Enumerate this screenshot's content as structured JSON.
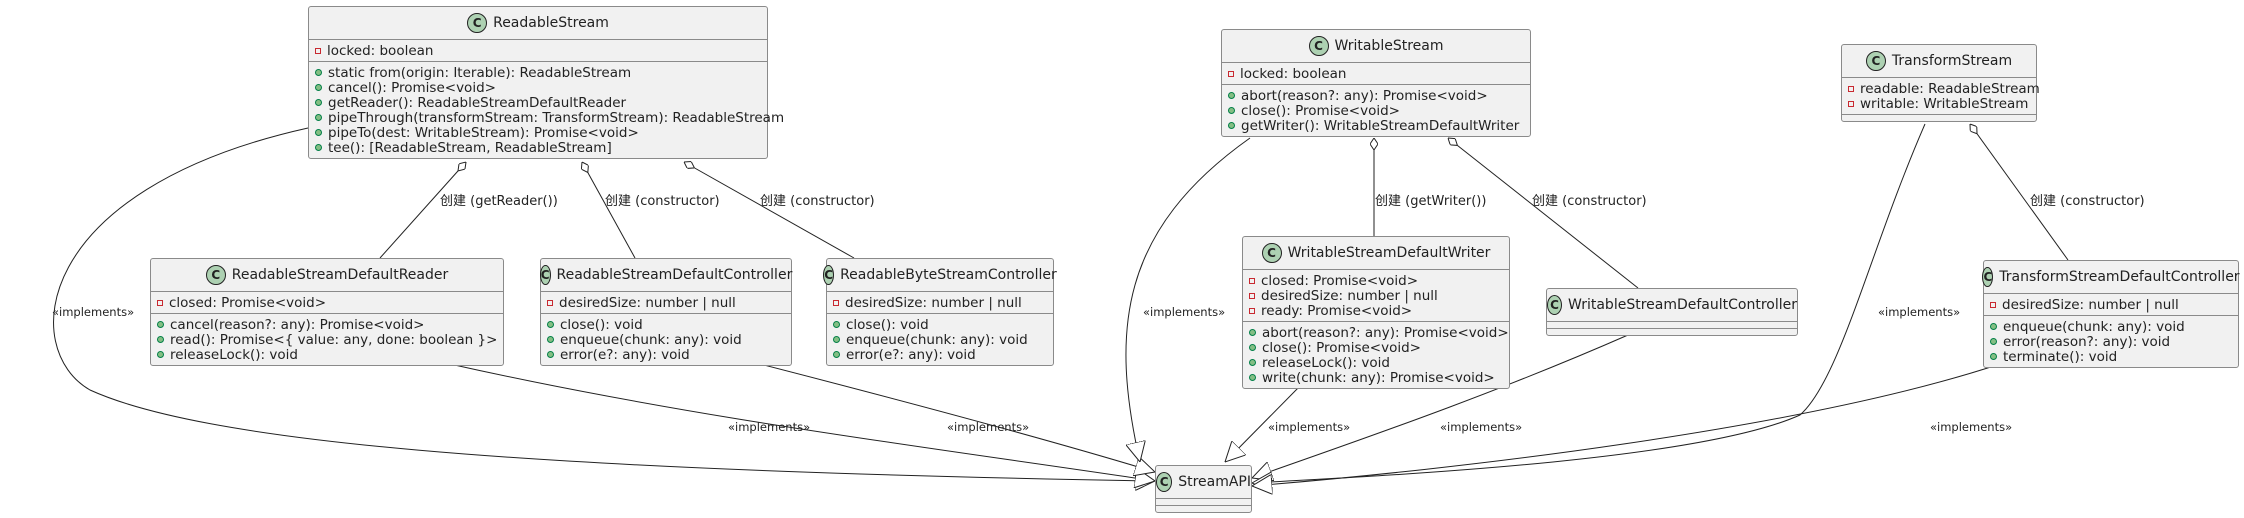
{
  "classes": {
    "readableStream": {
      "name": "ReadableStream",
      "fields": [
        "locked: boolean"
      ],
      "methods": [
        "static from(origin: Iterable): ReadableStream",
        "cancel(): Promise<void>",
        "getReader(): ReadableStreamDefaultReader",
        "pipeThrough(transformStream: TransformStream): ReadableStream",
        "pipeTo(dest: WritableStream): Promise<void>",
        "tee(): [ReadableStream, ReadableStream]"
      ]
    },
    "writableStream": {
      "name": "WritableStream",
      "fields": [
        "locked: boolean"
      ],
      "methods": [
        "abort(reason?: any): Promise<void>",
        "close(): Promise<void>",
        "getWriter(): WritableStreamDefaultWriter"
      ]
    },
    "transformStream": {
      "name": "TransformStream",
      "fields": [
        "readable: ReadableStream",
        "writable: WritableStream"
      ],
      "methods": []
    },
    "reader": {
      "name": "ReadableStreamDefaultReader",
      "fields": [
        "closed: Promise<void>"
      ],
      "methods": [
        "cancel(reason?: any): Promise<void>",
        "read(): Promise<{ value: any, done: boolean }>",
        "releaseLock(): void"
      ]
    },
    "readableController": {
      "name": "ReadableStreamDefaultController",
      "fields": [
        "desiredSize: number | null"
      ],
      "methods": [
        "close(): void",
        "enqueue(chunk: any): void",
        "error(e?: any): void"
      ]
    },
    "byteController": {
      "name": "ReadableByteStreamController",
      "fields": [
        "desiredSize: number | null"
      ],
      "methods": [
        "close(): void",
        "enqueue(chunk: any): void",
        "error(e?: any): void"
      ]
    },
    "writer": {
      "name": "WritableStreamDefaultWriter",
      "fields": [
        "closed: Promise<void>",
        "desiredSize: number | null",
        "ready: Promise<void>"
      ],
      "methods": [
        "abort(reason?: any): Promise<void>",
        "close(): Promise<void>",
        "releaseLock(): void",
        "write(chunk: any): Promise<void>"
      ]
    },
    "writableController": {
      "name": "WritableStreamDefaultController",
      "fields": [],
      "methods": []
    },
    "transformController": {
      "name": "TransformStreamDefaultController",
      "fields": [
        "desiredSize: number | null"
      ],
      "methods": [
        "enqueue(chunk: any): void",
        "error(reason?: any): void",
        "terminate(): void"
      ]
    },
    "streamApi": {
      "name": "StreamAPI",
      "fields": [],
      "methods": []
    }
  },
  "badge_letter": "C",
  "edge_labels": {
    "getReader": "创建 (getReader())",
    "readableCtor": "创建 (constructor)",
    "byteCtor": "创建 (constructor)",
    "getWriter": "创建 (getWriter())",
    "writableCtor": "创建 (constructor)",
    "transformCtor": "创建 (constructor)",
    "implements": "«implements»"
  },
  "colors": {
    "badge_fill": "#add1b2",
    "box_fill": "#f1f1f1",
    "private_marker": "#c82930",
    "public_marker": "#84be84"
  }
}
